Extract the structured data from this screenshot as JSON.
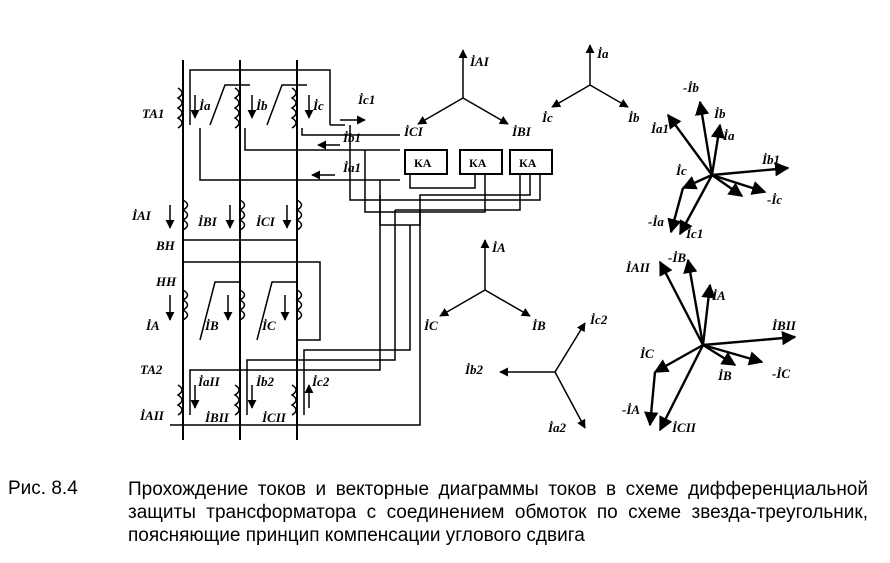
{
  "figure": {
    "ta1": "TA1",
    "ta2": "TA2",
    "vn": "ВН",
    "nn": "НН",
    "ka": [
      "КА",
      "КА",
      "КА"
    ],
    "ta1_currents": [
      "İa",
      "İb",
      "İc"
    ],
    "ta1_wire_currents": [
      "İc1",
      "İb1",
      "İa1"
    ],
    "hv_winding_currents": [
      "İAI",
      "İBI",
      "İCI"
    ],
    "lv_winding_currents": [
      "İA",
      "İB",
      "İC"
    ],
    "ta2_currents": [
      "İaII",
      "İb2",
      "İc2"
    ],
    "ta2_bottom_currents": [
      "İAII",
      "İBII",
      "İCII"
    ],
    "star_hv_primary": [
      "İAI",
      "İBI",
      "İCI"
    ],
    "star_ta1_secondary": [
      "İa",
      "İb",
      "İc"
    ],
    "star_lv": [
      "İA",
      "İB",
      "İC"
    ],
    "star_ta2_secondary": [
      "İc2",
      "İb2",
      "İa2"
    ],
    "diagram_top": [
      "İb",
      "-İb",
      "İa",
      "İa1",
      "İb1",
      "İc",
      "-İc",
      "-İa",
      "İc1"
    ],
    "diagram_bottom": [
      "İAII",
      "-İB",
      "İA",
      "İBII",
      "İC",
      "İB",
      "-İC",
      "-İA",
      "İCII"
    ]
  },
  "caption": {
    "label": "Рис. 8.4",
    "text": "Прохождение токов и векторные диаграммы токов в схеме дифференциальной защиты трансформатора с соединением обмоток по схеме звезда-треугольник, поясняющие принцип компенсации углового сдвига"
  }
}
